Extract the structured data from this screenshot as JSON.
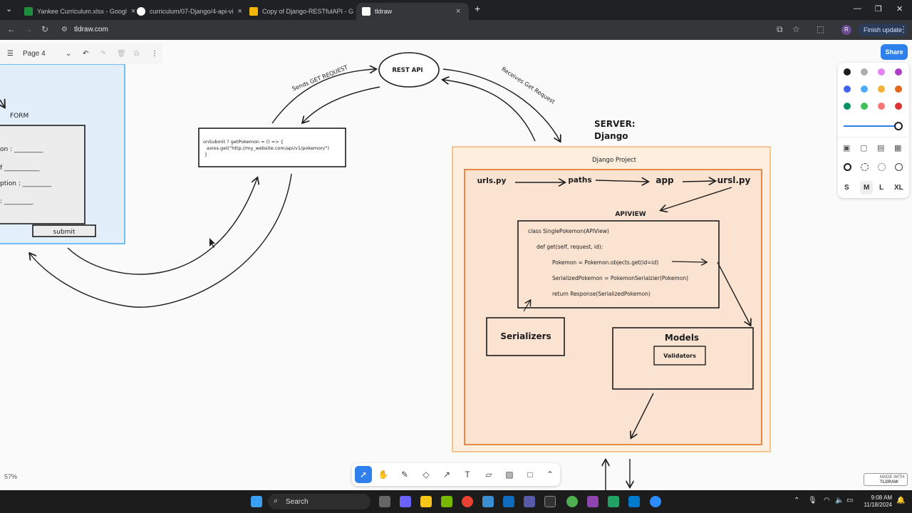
{
  "browser": {
    "tabs": [
      {
        "title": "Yankee Curriculum.xlsx - Googl",
        "color": "#1e8e3e"
      },
      {
        "title": "curriculum/07-Django/4-api-vi",
        "color": "#ffffff"
      },
      {
        "title": "Copy of Django-RESTfulAPI - G",
        "color": "#f4b400"
      },
      {
        "title": "tldraw",
        "color": "#ffffff"
      }
    ],
    "url": "tldraw.com",
    "avatar": "R",
    "finish_update": "Finish update"
  },
  "app": {
    "page": "Page 4",
    "share": "Share",
    "zoom": "57%",
    "made_with": [
      "MADE WITH",
      "TLDRAW"
    ],
    "sizes": [
      "S",
      "M",
      "L",
      "XL"
    ],
    "colors": [
      "#1d1d1d",
      "#adadad",
      "#e085f4",
      "#ae3ec9",
      "#4263eb",
      "#4dabf7",
      "#f2b138",
      "#e16919",
      "#099268",
      "#40c057",
      "#f87777",
      "#e03131"
    ]
  },
  "diagram": {
    "form": {
      "title": "FORM",
      "fields": [
        "on : _________",
        "f ___________",
        "ption : _________",
        ": _________"
      ],
      "submit": "submit"
    },
    "code_box": {
      "line1": "onSubmit ? getPokemon = () => {",
      "line2": "axios.get(\"http://my_website.com/api/v1/pokemon/\")",
      "line3": "}"
    },
    "rest_api": "REST API",
    "sends_label": "Sends GET REQUEST",
    "receives_label": "Receives Get Request",
    "server_label": [
      "SERVER:",
      "Django"
    ],
    "project_label": "Django Project",
    "flow": [
      "urls.py",
      "paths",
      "app",
      "ursl.py"
    ],
    "apiview_label": "APIVIEW",
    "apiview_code": [
      "class SinglePokemon(APIView)",
      "def get(self, request, id):",
      "Pokemon = Pokemon.objects.get(id=id)",
      "SerializedPokemon = PokemonSerialzier(Pokemon)",
      "return Response(SerializedPokemon)"
    ],
    "serializers": "Serializers",
    "models": "Models",
    "validators": "Validators"
  },
  "taskbar": {
    "search": "Search",
    "time": "9:08 AM",
    "date": "11/18/2024"
  }
}
